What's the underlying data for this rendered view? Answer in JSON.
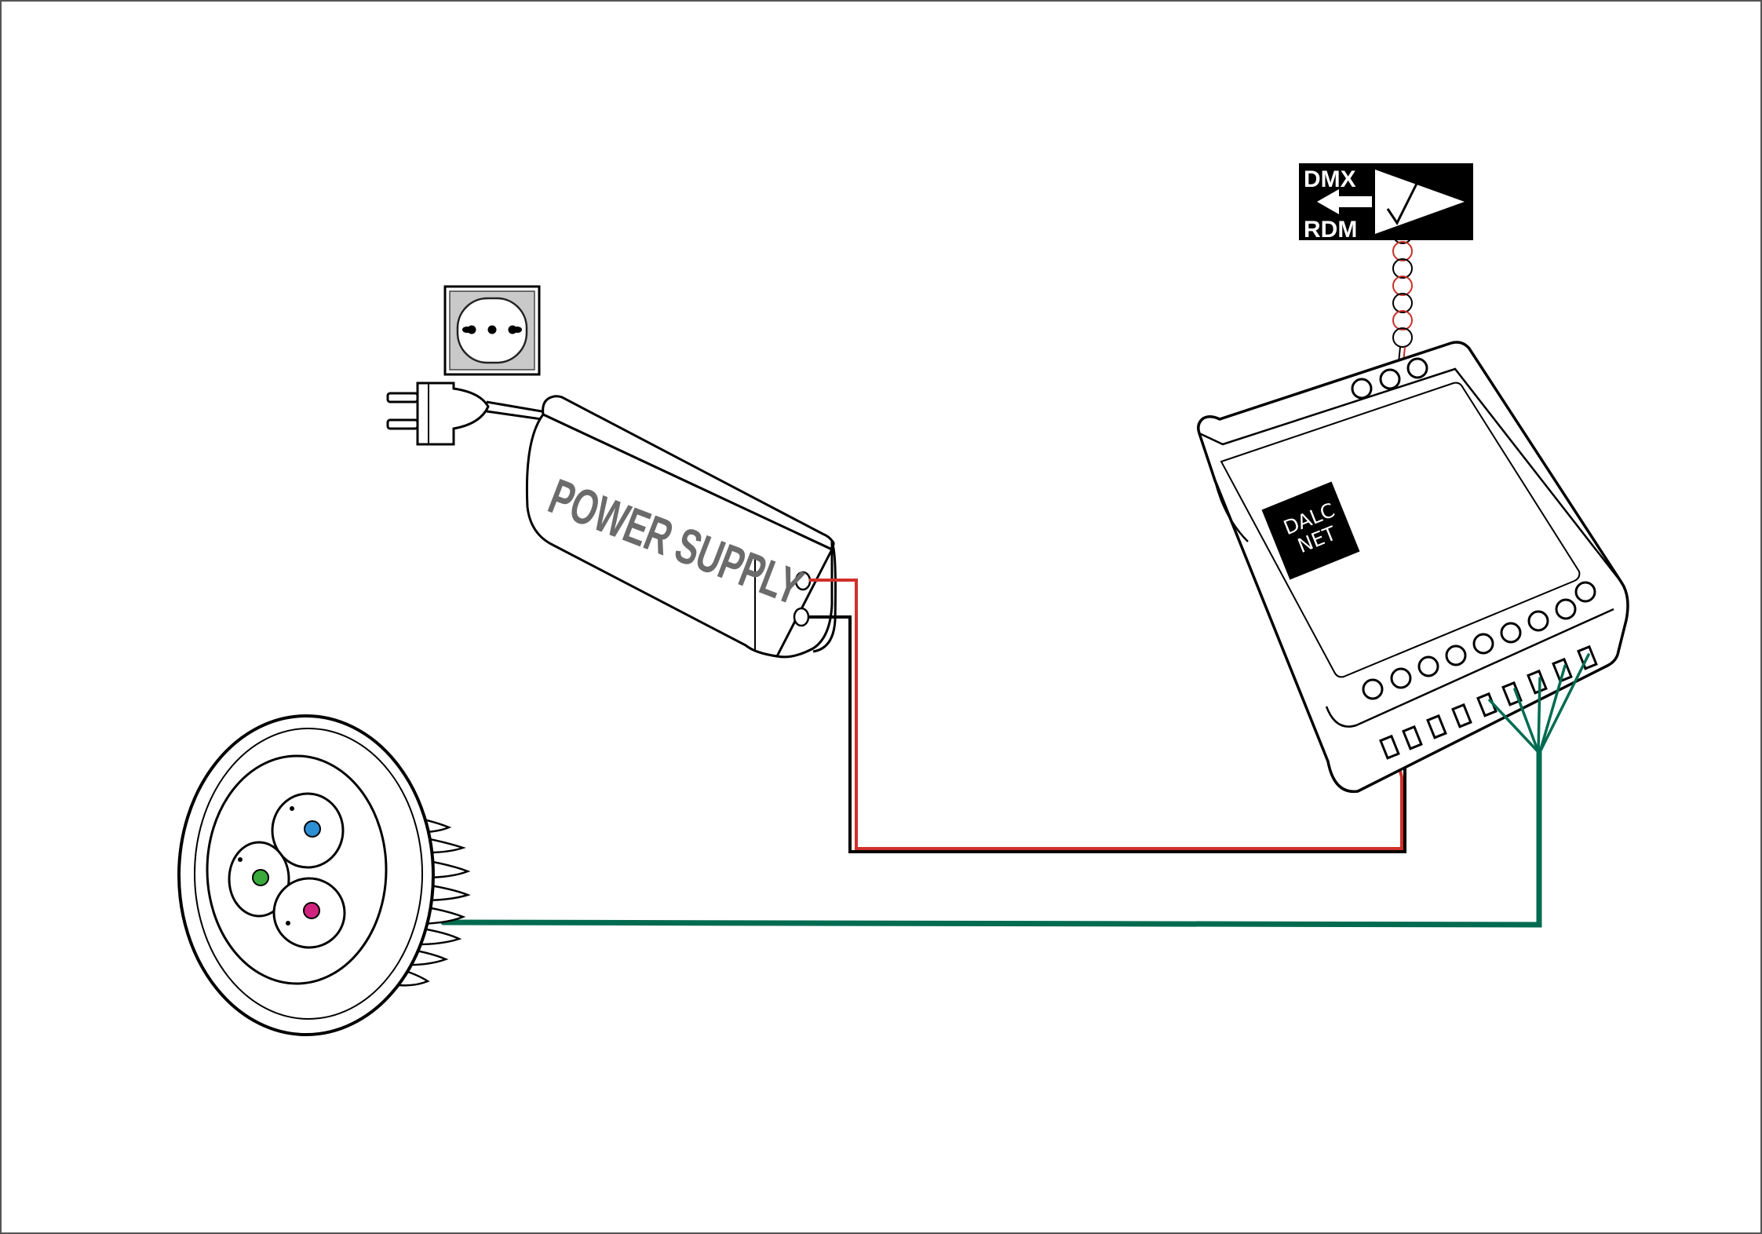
{
  "labels": {
    "power_supply": "POWER SUPPLY",
    "dalcnet_line1": "DALC",
    "dalcnet_line2": "NET",
    "dmx": "DMX",
    "rdm": "RDM",
    "check_mark": "√"
  },
  "colors": {
    "outline": "#000000",
    "positive_wire": "#d0302a",
    "negative_wire": "#000000",
    "output_wire": "#006b50",
    "dmx_cable_red": "#c8312a",
    "led_blue": "#2d8fd4",
    "led_green": "#3aaa3c",
    "led_magenta": "#d1237e",
    "socket_gray": "#c9c9c9",
    "label_gray": "#6b6b6b"
  },
  "icons": [
    "wall-socket-icon",
    "power-plug-icon",
    "dmx-rdm-logo-icon",
    "led-downlight-icon"
  ]
}
